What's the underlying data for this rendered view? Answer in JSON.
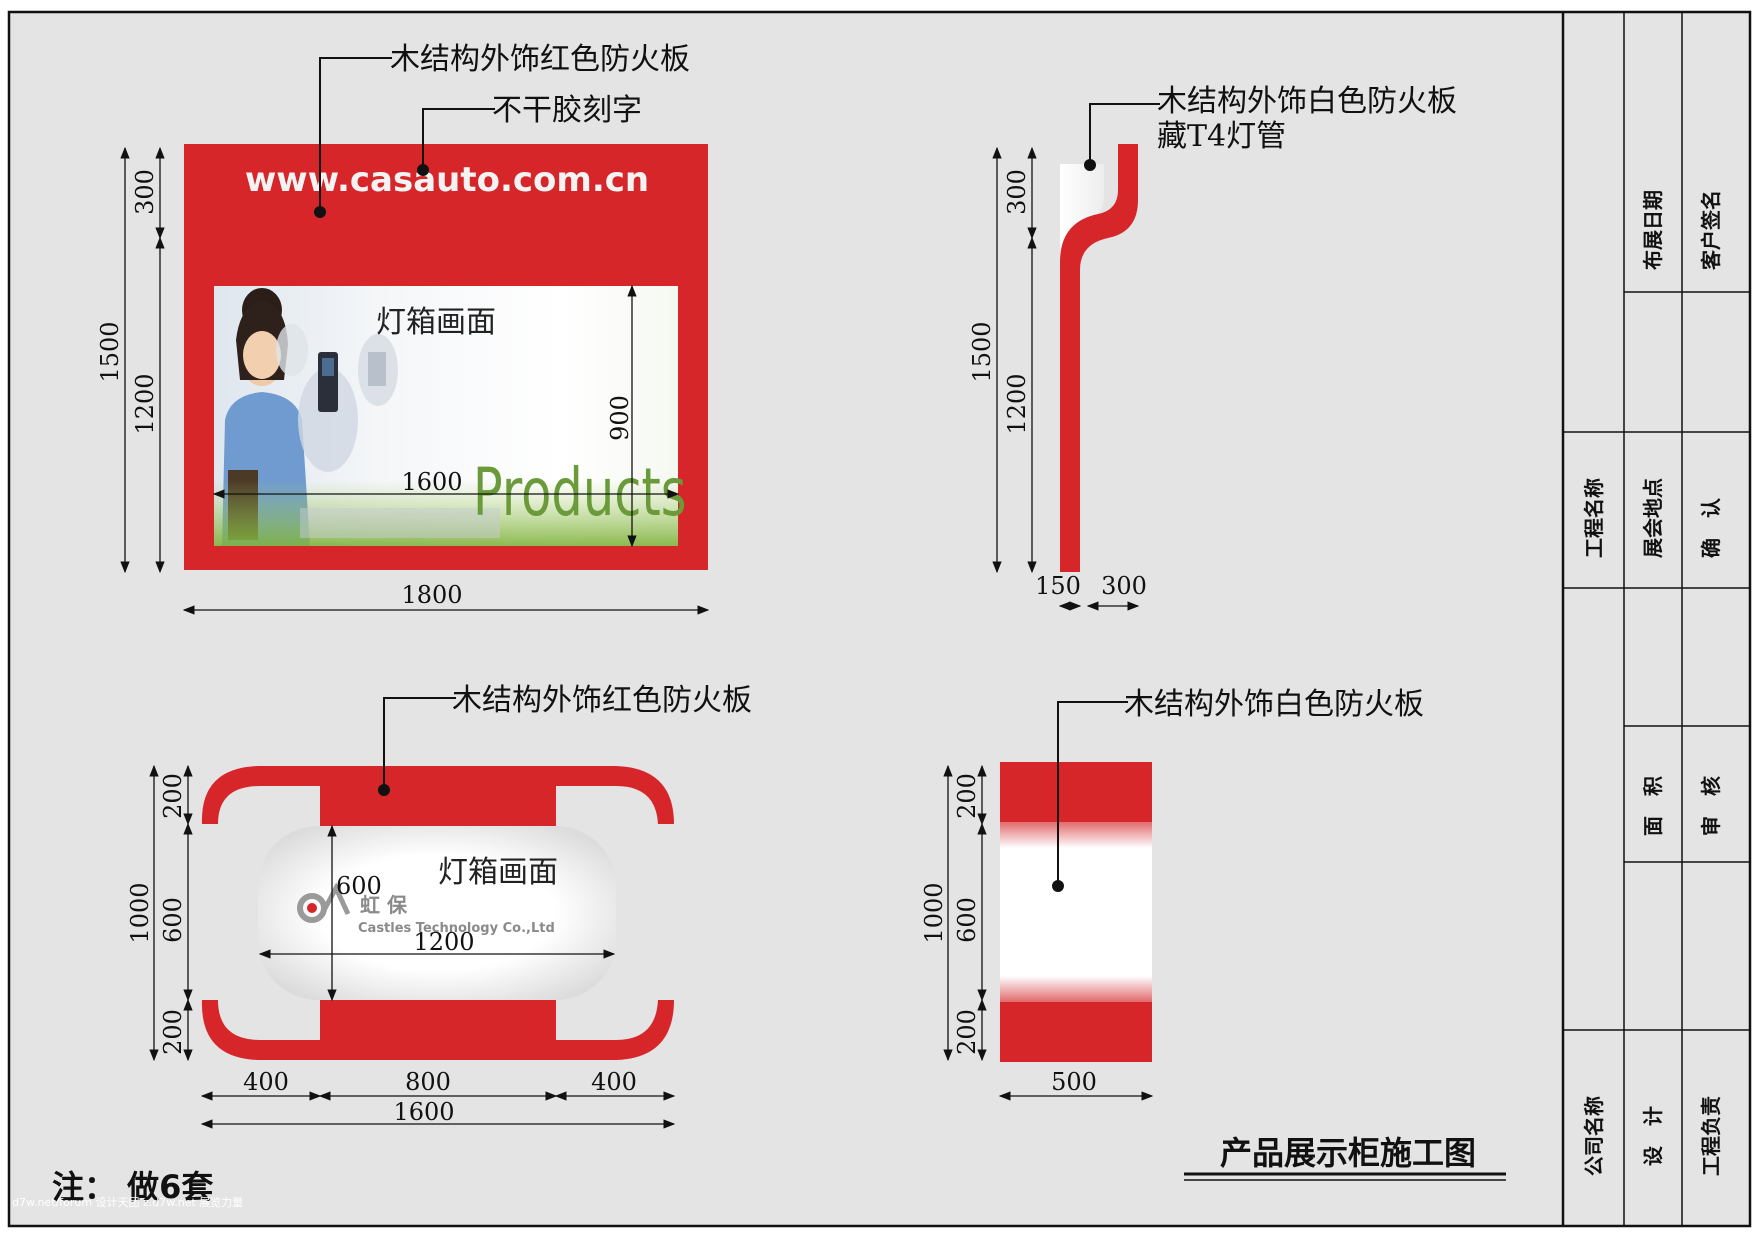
{
  "colors": {
    "red": "#d7262a",
    "paper": "#e4e4e4",
    "line": "#111111",
    "white": "#ffffff",
    "green": "#6a9a3a"
  },
  "front": {
    "label_red_board": "木结构外饰红色防火板",
    "label_lettering": "不干胶刻字",
    "url": "www.casauto.com.cn",
    "lightbox": "灯箱画面",
    "products": "Products",
    "dim_1500": "1500",
    "dim_300": "300",
    "dim_1200": "1200",
    "dim_900": "900",
    "dim_1600": "1600",
    "dim_1800": "1800"
  },
  "side": {
    "label_line1": "木结构外饰白色防火板",
    "label_line2": "藏T4灯管",
    "dim_1500": "1500",
    "dim_300": "300",
    "dim_1200": "1200",
    "dim_150": "150",
    "dim_300b": "300"
  },
  "top": {
    "label_red_board": "木结构外饰红色防火板",
    "lightbox": "灯箱画面",
    "logo_cn": "虹 保",
    "logo_en": "Castles Technology Co.,Ltd",
    "dim_1000": "1000",
    "dim_200a": "200",
    "dim_600": "600",
    "dim_200b": "200",
    "dim_600in": "600",
    "dim_1200": "1200",
    "dim_400a": "400",
    "dim_800": "800",
    "dim_400b": "400",
    "dim_1600": "1600"
  },
  "sidesec": {
    "label_white_board": "木结构外饰白色防火板",
    "dim_1000": "1000",
    "dim_200a": "200",
    "dim_600": "600",
    "dim_200b": "200",
    "dim_500": "500"
  },
  "note": "注： 做6套",
  "watermark": "d7w.net/forum 设计天团 z.d7w.net 展览力量",
  "drawing_title": "产品展示柜施工图",
  "title_block": {
    "date": "布展日期",
    "client_sign": "客户签名",
    "project_name": "工程名称",
    "venue": "展会地点",
    "confirm": "确　认",
    "area": "面　积",
    "review": "审　核",
    "company": "公司名称",
    "design": "设　计",
    "manager": "工程负责"
  }
}
